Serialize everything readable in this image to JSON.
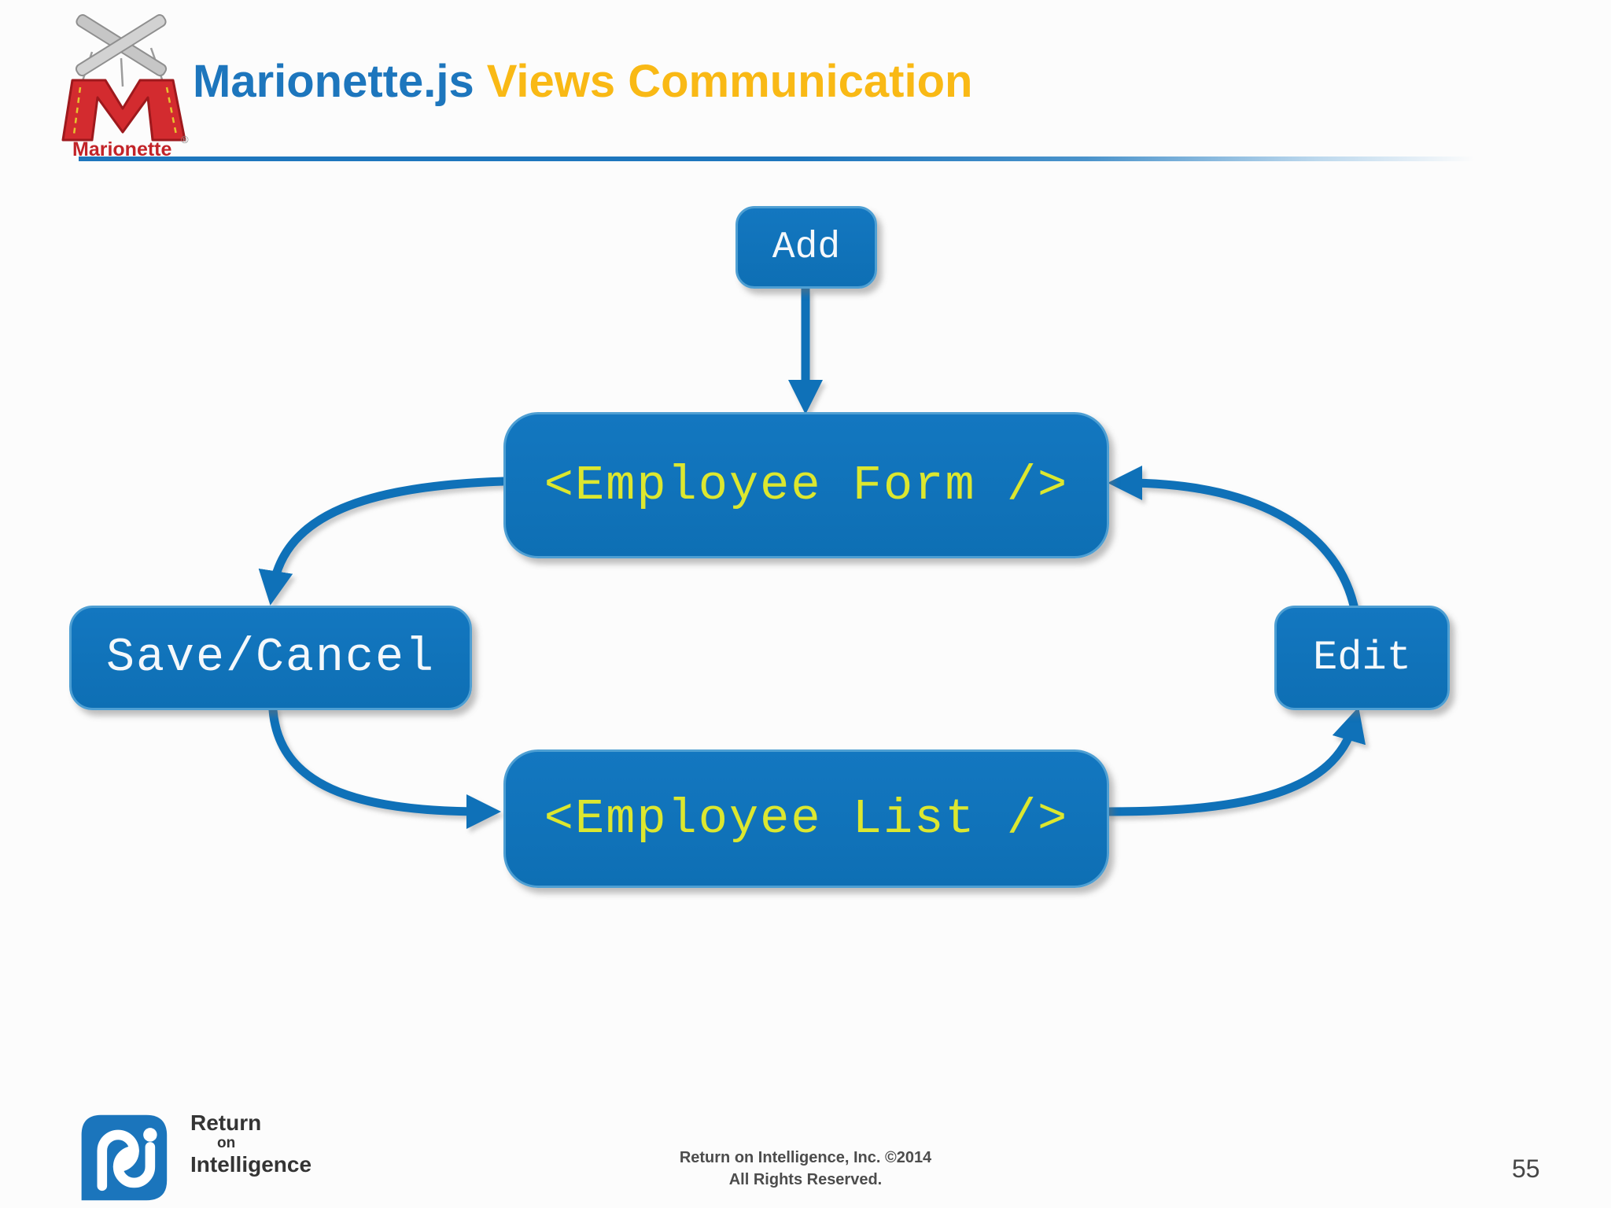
{
  "header": {
    "logo_text": "Marionette",
    "logo_mark": "®",
    "title_primary": "Marionette.js",
    "title_secondary": "Views Communication"
  },
  "diagram": {
    "nodes": {
      "add": {
        "label": "Add"
      },
      "employee_form": {
        "label": "<Employee Form />"
      },
      "save_cancel": {
        "label": "Save/Cancel"
      },
      "edit": {
        "label": "Edit"
      },
      "employee_list": {
        "label": "<Employee List />"
      }
    },
    "edges": [
      {
        "from": "Add",
        "to": "Employee Form",
        "shape": "straight-down"
      },
      {
        "from": "Employee Form",
        "to": "Save/Cancel",
        "shape": "curve-down-left"
      },
      {
        "from": "Save/Cancel",
        "to": "Employee List",
        "shape": "curve-down-right"
      },
      {
        "from": "Employee List",
        "to": "Edit",
        "shape": "curve-up-right"
      },
      {
        "from": "Edit",
        "to": "Employee Form",
        "shape": "curve-up-left"
      }
    ],
    "colors": {
      "node_fill": "#0F71B8",
      "node_border": "#4E9FD3",
      "arrow": "#0F71B8",
      "label_yellow": "#DCE72F",
      "label_white": "#F4F8FB"
    }
  },
  "footer": {
    "brand": {
      "line1": "Return",
      "line2": "on",
      "line3": "Intelligence"
    },
    "copyright_line1": "Return on Intelligence, Inc. ©2014",
    "copyright_line2": "All Rights Reserved.",
    "page_number": "55"
  },
  "theme": {
    "title_blue": "#1D76BD",
    "title_yellow": "#F9B915",
    "brand_red": "#D32B2F",
    "background": "#FCFCFC"
  }
}
